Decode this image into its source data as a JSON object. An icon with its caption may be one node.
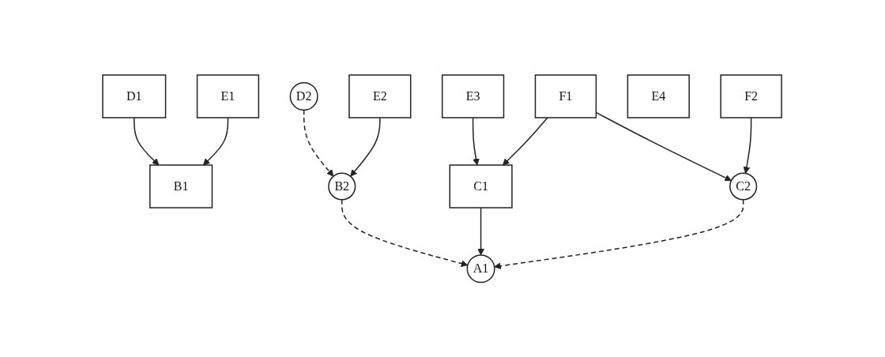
{
  "diagram": {
    "nodes": [
      {
        "text": [
          "D1"
        ]
      },
      {
        "text": [
          "E1"
        ]
      },
      {
        "text": [
          "D2"
        ]
      },
      {
        "text": [
          "E2"
        ]
      },
      {
        "text": [
          "E3"
        ]
      },
      {
        "text": [
          "F1"
        ]
      },
      {
        "text": [
          "E4"
        ]
      },
      {
        "text": [
          "F2"
        ]
      },
      {
        "text": [
          "B1"
        ]
      },
      {
        "text": [
          "B2"
        ]
      },
      {
        "text": [
          "C1"
        ]
      },
      {
        "text": [
          "C2"
        ]
      },
      {
        "text": [
          "A1"
        ]
      }
    ],
    "edges": [
      {
        "from": 0,
        "to": 8,
        "arrow": "to"
      },
      {
        "from": 1,
        "to": 8,
        "arrow": "to"
      },
      {
        "from": 2,
        "to": 9,
        "arrow": "to",
        "style": "dashed"
      },
      {
        "from": 3,
        "to": 9,
        "arrow": "to"
      },
      {
        "from": 4,
        "to": 10,
        "arrow": "to"
      },
      {
        "from": 5,
        "to": 10,
        "arrow": "to"
      },
      {
        "from": 5,
        "to": 11,
        "arrow": "to"
      },
      {
        "from": 7,
        "to": 11,
        "arrow": "to"
      },
      {
        "from": 9,
        "to": 12,
        "arrow": "to",
        "style": "dashed"
      },
      {
        "from": 10,
        "to": 12,
        "arrow": "to"
      },
      {
        "from": 11,
        "to": 12,
        "arrow": "to",
        "style": "dashed"
      }
    ]
  }
}
